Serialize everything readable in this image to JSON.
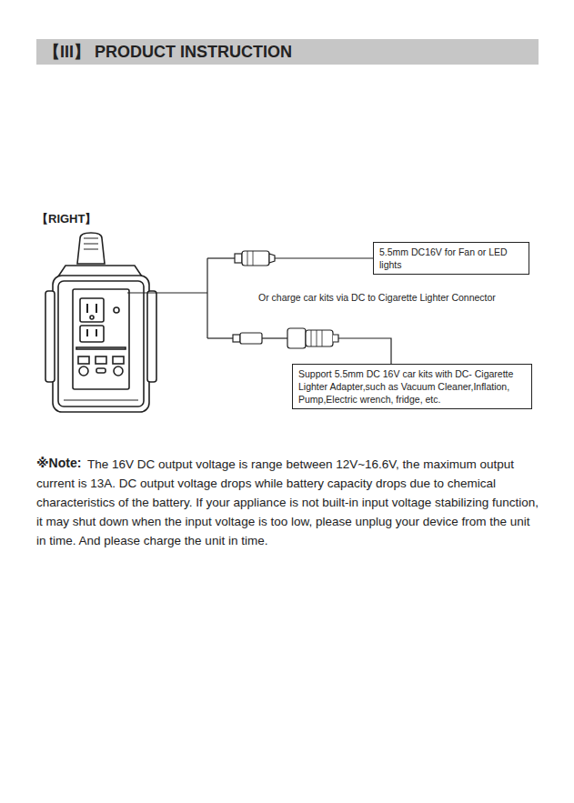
{
  "diagram": {
    "title": "【III】 PRODUCT INSTRUCTION",
    "nodes": [
      {
        "text": [
          "5.5mm DC16V for Fan or LED lights"
        ]
      },
      {
        "text": [
          "Support 5.5mm DC 16V car kits with DC- Cigarette Lighter Adapter,such as Vacuum Cleaner,Inflation, Pump,Electric wrench, fridge, etc."
        ]
      }
    ],
    "labels": [
      "【RIGHT】",
      "Or charge car kits via DC to Cigarette Lighter Connector",
      "※Note:",
      "The 16V DC output voltage is range between 12V~16.6V, the maximum output current is 13A. DC output voltage drops while battery capacity drops due to chemical characteristics of the battery. If your appliance is not built-in input voltage stabilizing function, it may shut down when the input voltage is too low, please unplug your device from the unit in time. And please charge the unit in time."
    ]
  }
}
